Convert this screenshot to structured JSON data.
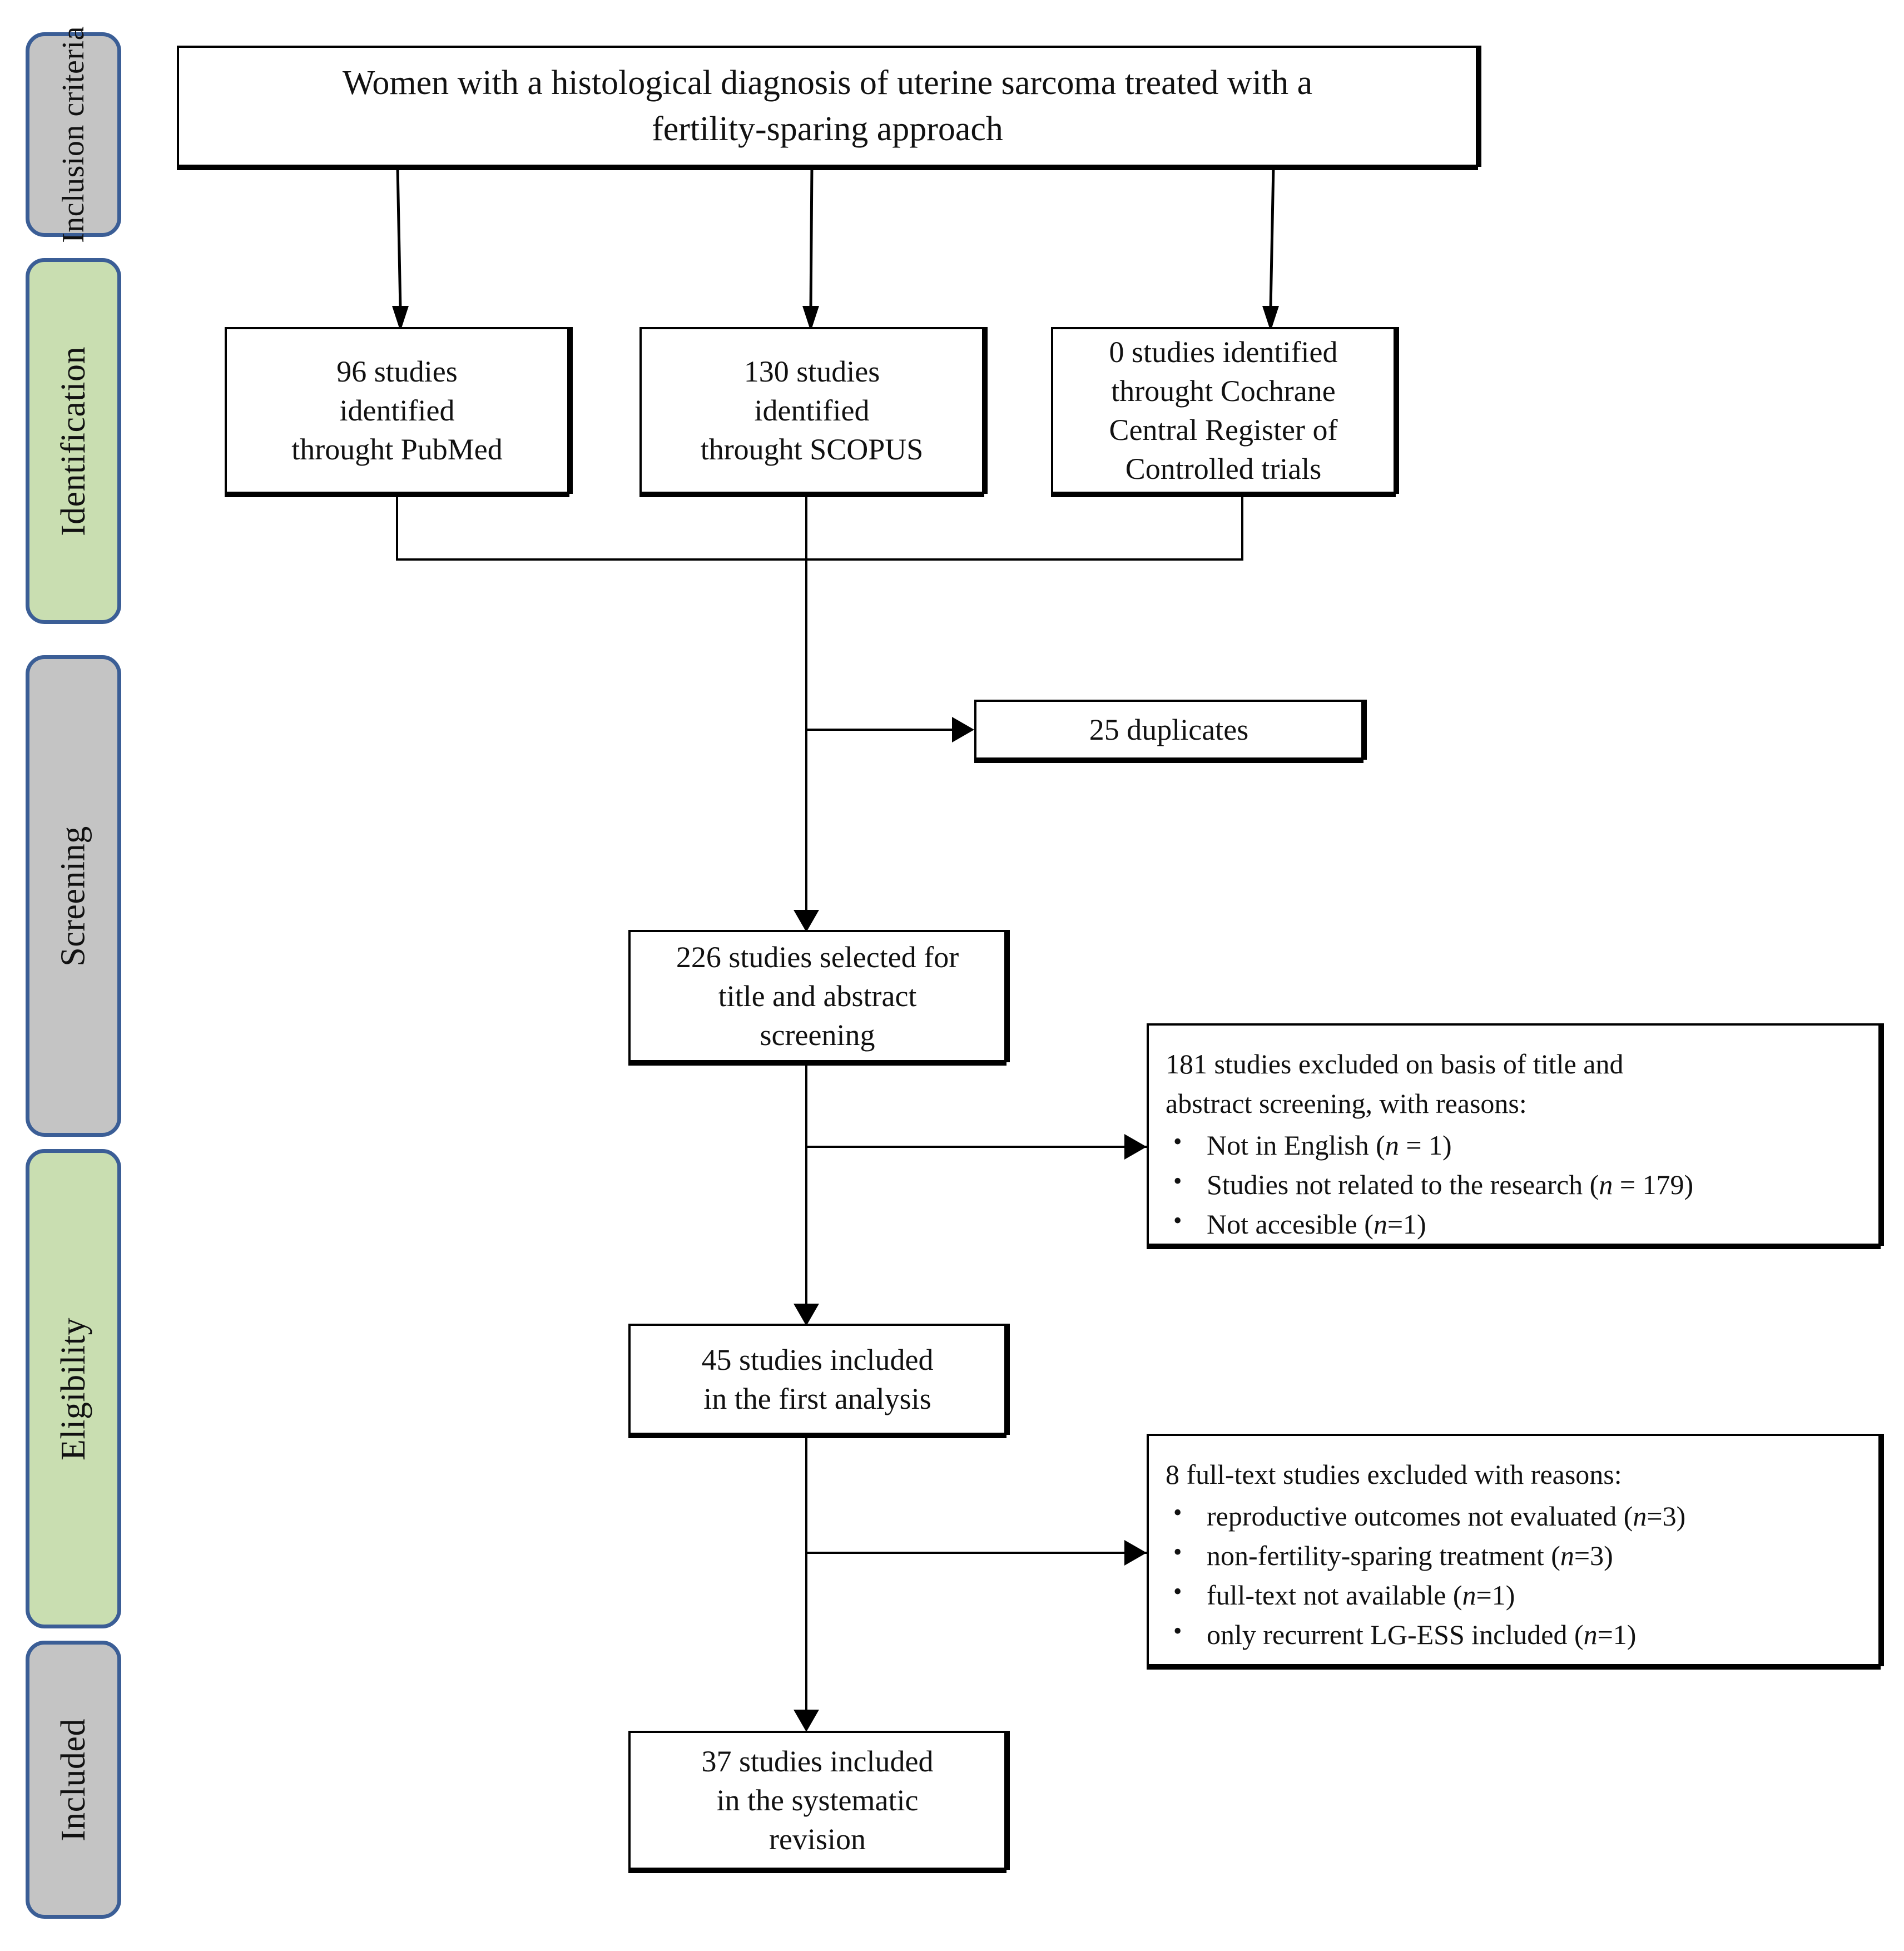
{
  "diagram": {
    "title": "PRISMA flow diagram",
    "colors": {
      "stage_border": "#3B5E96",
      "stage_gray": "#C4C4C4",
      "stage_green": "#C9DEB1",
      "node_border": "#000000",
      "node_fill": "#FFFFFF"
    }
  },
  "stages": [
    {
      "id": "inclusion-criteria",
      "label": "Inclusion criteria",
      "fill": "gray"
    },
    {
      "id": "identification",
      "label": "Identification",
      "fill": "green"
    },
    {
      "id": "screening",
      "label": "Screening",
      "fill": "gray"
    },
    {
      "id": "eligibility",
      "label": "Eligibility",
      "fill": "green"
    },
    {
      "id": "included",
      "label": "Included",
      "fill": "gray"
    }
  ],
  "nodes": {
    "population": {
      "line1": "Women with a histological diagnosis of uterine sarcoma treated with a",
      "line2": "fertility-sparing approach"
    },
    "pubmed": {
      "line1": "96 studies",
      "line2": "identified",
      "line3": "throught PubMed"
    },
    "scopus": {
      "line1": "130 studies",
      "line2": "identified",
      "line3": "throught SCOPUS"
    },
    "cochrane": {
      "line1": "0 studies identified",
      "line2": "throught Cochrane",
      "line3": "Central Register of",
      "line4": "Controlled trials"
    },
    "duplicates": {
      "line1": "25 duplicates"
    },
    "screened": {
      "line1": "226 studies selected for",
      "line2": "title and abstract",
      "line3": "screening"
    },
    "first_analysis": {
      "line1": "45 studies included",
      "line2": "in the first analysis"
    },
    "final": {
      "line1": "37 studies included",
      "line2": "in the systematic",
      "line3": "revision"
    }
  },
  "exclusions": {
    "title_abstract": {
      "head_line1": "181 studies excluded on basis of title and",
      "head_line2": "abstract screening, with reasons:",
      "items": [
        {
          "text": "Not in English (",
          "n_label": "n",
          "n_value": " = 1)"
        },
        {
          "text": "Studies not related to the research (",
          "n_label": "n",
          "n_value": " =  179)"
        },
        {
          "text": "Not accesible (",
          "n_label": "n",
          "n_value": "=1)"
        }
      ]
    },
    "full_text": {
      "head_line1": "8 full-text studies excluded with reasons:",
      "items": [
        {
          "text": "reproductive outcomes not evaluated (",
          "n_label": "n",
          "n_value": "=3)"
        },
        {
          "text": "non-fertility-sparing treatment (",
          "n_label": "n",
          "n_value": "=3)"
        },
        {
          "text": "full-text not available (",
          "n_label": "n",
          "n_value": "=1)"
        },
        {
          "text": "only recurrent LG-ESS included (",
          "n_label": "n",
          "n_value": "=1)"
        }
      ]
    }
  }
}
